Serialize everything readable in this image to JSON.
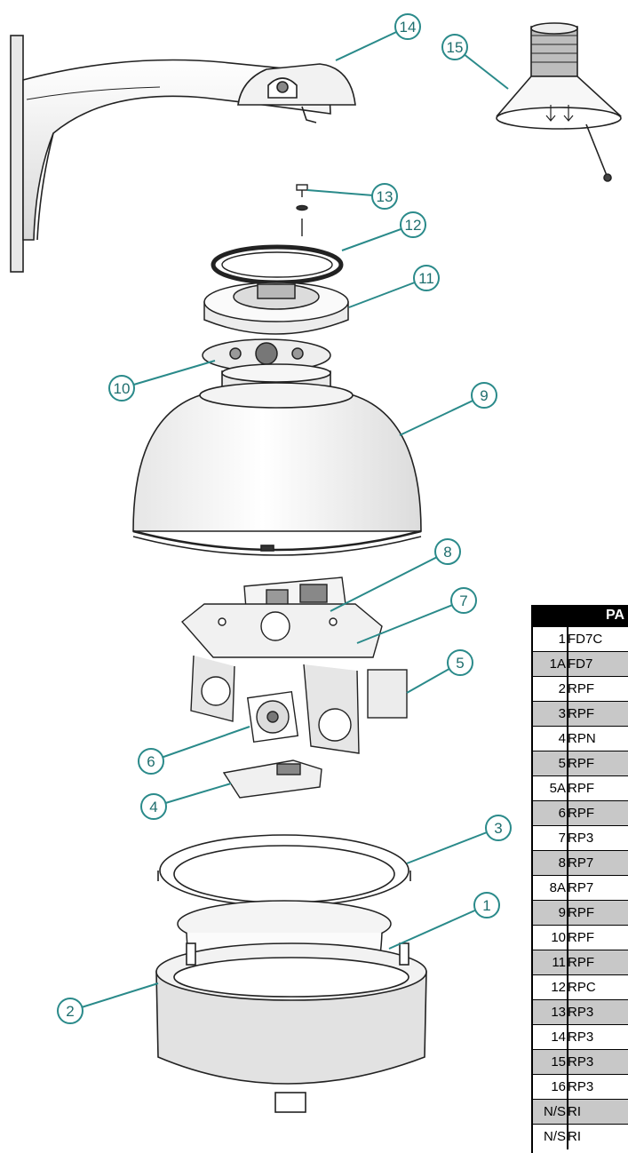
{
  "callouts": [
    "14",
    "15",
    "13",
    "12",
    "11",
    "10",
    "9",
    "8",
    "7",
    "5",
    "6",
    "4",
    "3",
    "1",
    "2"
  ],
  "parts_table": {
    "header": "PA",
    "rows": [
      {
        "num": "1",
        "part": "FD7C",
        "shaded": false
      },
      {
        "num": "1A",
        "part": "FD7",
        "shaded": true
      },
      {
        "num": "2",
        "part": "RPF",
        "shaded": false
      },
      {
        "num": "3",
        "part": "RPF",
        "shaded": true
      },
      {
        "num": "4",
        "part": "RPN",
        "shaded": false
      },
      {
        "num": "5",
        "part": "RPF",
        "shaded": true
      },
      {
        "num": "5A",
        "part": "RPF",
        "shaded": false
      },
      {
        "num": "6",
        "part": "RPF",
        "shaded": true
      },
      {
        "num": "7",
        "part": "RP3",
        "shaded": false
      },
      {
        "num": "8",
        "part": "RP7",
        "shaded": true
      },
      {
        "num": "8A",
        "part": "RP7",
        "shaded": false
      },
      {
        "num": "9",
        "part": "RPF",
        "shaded": true
      },
      {
        "num": "10",
        "part": "RPF",
        "shaded": false
      },
      {
        "num": "11",
        "part": "RPF",
        "shaded": true
      },
      {
        "num": "12",
        "part": "RPC",
        "shaded": false
      },
      {
        "num": "13",
        "part": "RP3",
        "shaded": true
      },
      {
        "num": "14",
        "part": "RP3",
        "shaded": false
      },
      {
        "num": "15",
        "part": "RP3",
        "shaded": true
      },
      {
        "num": "16",
        "part": "RP3",
        "shaded": false
      },
      {
        "num": "N/S",
        "part": "RI",
        "shaded": true
      },
      {
        "num": "N/S",
        "part": "RI",
        "shaded": false
      }
    ]
  },
  "colors": {
    "callout": "#2a8a8a",
    "line": "#222222",
    "shade": "#c8c8c8"
  }
}
